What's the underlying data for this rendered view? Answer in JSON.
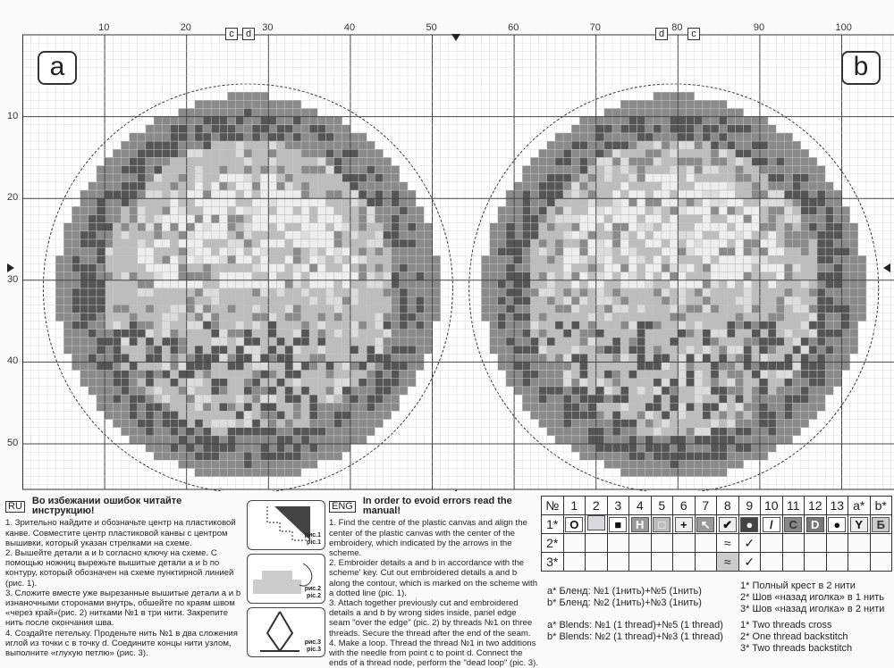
{
  "chart": {
    "x_ticks": [
      "10",
      "20",
      "30",
      "40",
      "50",
      "60",
      "70",
      "80",
      "90",
      "100"
    ],
    "y_ticks": [
      "10",
      "20",
      "30",
      "40",
      "50"
    ],
    "detail_a": "a",
    "detail_b": "b",
    "point_c": "c",
    "point_d": "d",
    "colors": {
      "dark": "#555555",
      "mid": "#8a8a8a",
      "light": "#bdbdbd",
      "pale": "#dcdcdc",
      "grid": "#cfcfcf"
    }
  },
  "ru": {
    "tag": "RU",
    "title": "Во избежании ошибок читайте инструкцию!",
    "steps": [
      "1. Зрительно найдите и обозначьте центр на пластиковой канве. Совместите центр пластиковой канвы с центром вышивки, который указан стрелками на схеме.",
      "2. Вышейте детали a и b согласно ключу на схеме. С помощью ножниц вырежьте вышитые детали a и b по контуру, который обозначен на схеме пунктирной линией (рис. 1).",
      "3. Сложите вместе уже вырезанные вышитые детали a и b изнаночными сторонами внутрь, обшейте по краям швом «через край»(рис. 2) нитками №1 в три нити. Закрепите нить после окончания шва.",
      "4. Создайте петельку. Проденьте нить №1 в два сложения иглой из точки c в точку d. Соедините концы нити узлом, выполните «глухую петлю» (рис. 3)."
    ]
  },
  "pics": [
    {
      "ru": "рис.1",
      "en": "pic.1"
    },
    {
      "ru": "рис.2",
      "en": "pic.2"
    },
    {
      "ru": "рис.3",
      "en": "pic.3"
    }
  ],
  "eng": {
    "tag": "ENG",
    "title": "In order to evoid errors read the manual!",
    "steps": [
      "1. Find the centre of the plastic canvas and align the center of the plastic canvas with the center of the embroidery, which indicated by the arrows in the scheme.",
      "2. Embroider details a and b in accordance with the scheme' key. Cut out embroidered details a and b along the contour, which is marked on the scheme with a dotted line (pic. 1).",
      "3. Attach together previously cut and embroidered details a and b by wrong sides inside, panel edge seam \"over the edge\" (pic. 2) by threads №1 on three threads. Secure the thread after the end of the seam.",
      "4. Make a loop. Thread the thread №1 in two additions with the needle from point c to point d. Connect the ends of a thread node, perform the \"dead loop\" (pic. 3)."
    ]
  },
  "key": {
    "header": [
      "№",
      "1",
      "2",
      "3",
      "4",
      "5",
      "6",
      "7",
      "8",
      "9",
      "10",
      "11",
      "12",
      "13",
      "a*",
      "b*"
    ],
    "rows": [
      {
        "label": "1*",
        "symbols": [
          "O",
          "",
          "■",
          "H",
          "□",
          "+",
          "↖",
          "✔",
          "●",
          "/",
          "C",
          "D",
          "●",
          "Y",
          "Б"
        ],
        "bg": [
          "#fff",
          "#d8d8e0",
          "#fff",
          "#999",
          "#bbb",
          "#eee",
          "#999",
          "#eee",
          "#444",
          "#fff",
          "#888",
          "#777",
          "#fff",
          "#eee",
          "#ccc"
        ],
        "fg": [
          "#111",
          "#111",
          "#111",
          "#fff",
          "#fff",
          "#111",
          "#fff",
          "#111",
          "#fff",
          "#111",
          "#333",
          "#fff",
          "#111",
          "#111",
          "#333"
        ]
      },
      {
        "label": "2*",
        "symbols": [
          "",
          "",
          "",
          "",
          "",
          "",
          "",
          "≈",
          "✓",
          "",
          "",
          "",
          "",
          "",
          ""
        ]
      },
      {
        "label": "3*",
        "symbols": [
          "",
          "",
          "",
          "",
          "",
          "",
          "",
          "≈",
          "✓",
          "",
          "",
          "",
          "",
          "",
          ""
        ]
      }
    ]
  },
  "blends_ru": [
    "a* Бленд: №1 (1нить)+№5 (1нить)",
    "b* Бленд: №2 (1нить)+№3 (1нить)"
  ],
  "blends_en": [
    "a* Blends: №1 (1 thread)+№5 (1 thread)",
    "b* Blends: №2 (1 thread)+№3 (1 thread)"
  ],
  "stitches_ru": [
    "1* Полный крест в 2 нити",
    "2* Шов «назад иголка» в 1 нить",
    "3* Шов «назад иголка» в 2 нити"
  ],
  "stitches_en": [
    "1* Two threads cross",
    "2* One thread backstitch",
    "3* Two threads backstitch"
  ]
}
